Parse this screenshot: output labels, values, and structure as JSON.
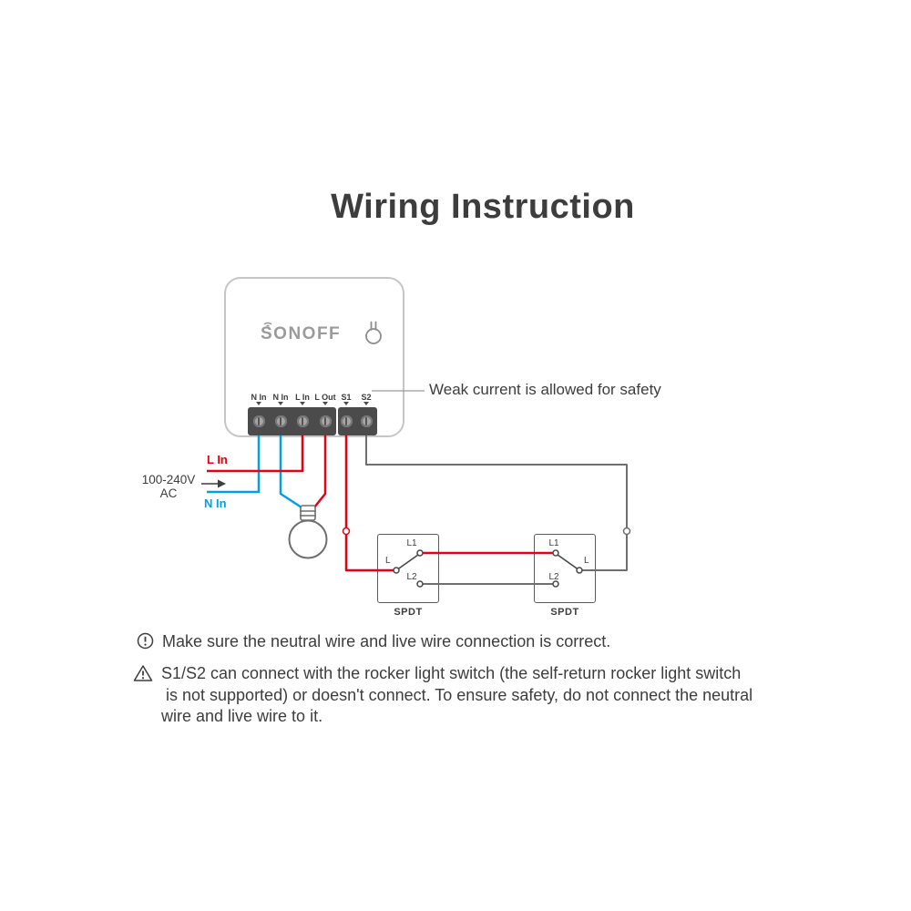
{
  "title": "Wiring Instruction",
  "device": {
    "logo": "SONOFF",
    "terminals": [
      "N In",
      "N In",
      "L In",
      "L Out",
      "S1",
      "S2"
    ]
  },
  "callout": "Weak current is allowed for safety",
  "power": {
    "live_label": "L In",
    "neutral_label": "N In",
    "voltage": "100-240V",
    "ac": "AC"
  },
  "switches": {
    "l1": "L1",
    "l": "L",
    "l2": "L2",
    "type": "SPDT"
  },
  "notes": {
    "info": "Make sure the neutral wire and live wire connection is correct.",
    "warning_lines": [
      "S1/S2 can connect with the rocker light switch (the self-return rocker light switch",
      "is not supported) or doesn't connect. To ensure safety, do not connect the neutral",
      "wire and live wire to it."
    ]
  },
  "colors": {
    "live": "#e60012",
    "neutral": "#00a0e9",
    "wire": "#6e6e6e",
    "ink": "#3d3d3d"
  }
}
